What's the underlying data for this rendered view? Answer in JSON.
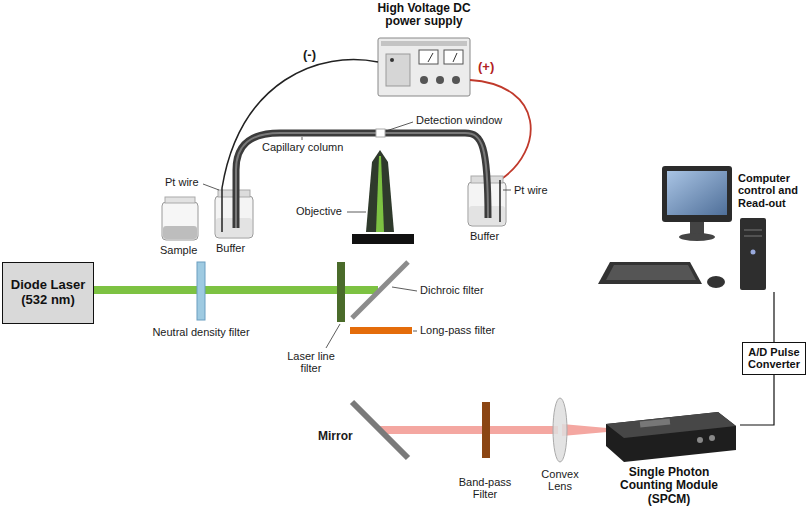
{
  "diagram": {
    "nodes": [
      {
        "text": [
          "High Voltage DC power supply"
        ]
      },
      {
        "text": [
          "Diode Laser (532 nm)"
        ]
      },
      {
        "text": [
          "Computer control and Read-out"
        ]
      },
      {
        "text": [
          "A/D Pulse Converter"
        ]
      },
      {
        "text": [
          "Single Photon Counting Module (SPCM)"
        ]
      }
    ],
    "edges": [
      {
        "from": 2,
        "to": 3,
        "arrow": "none"
      },
      {
        "from": 3,
        "to": 4,
        "arrow": "none"
      }
    ],
    "labels": [
      "(-)",
      "(+)",
      "Capillary column",
      "Detection window",
      "Pt wire",
      "Sample",
      "Buffer",
      "Objective",
      "Pt wire",
      "Buffer",
      "Neutral density filter",
      "Laser line filter",
      "Dichroic filter",
      "Long-pass filter",
      "Mirror",
      "Band-pass Filter",
      "Convex Lens"
    ]
  }
}
